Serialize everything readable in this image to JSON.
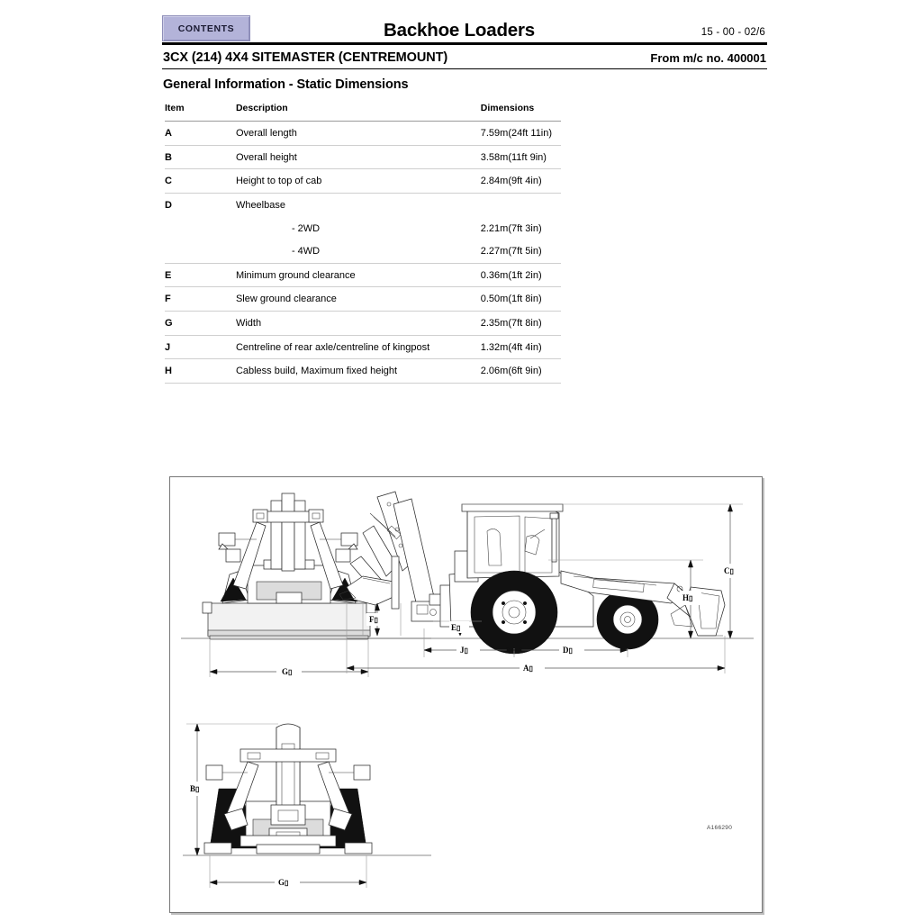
{
  "header": {
    "contents_button": "CONTENTS",
    "title": "Backhoe Loaders",
    "page_ref": "15 - 00 - 02/6",
    "model_line": "3CX (214) 4X4 SITEMASTER (CENTREMOUNT)",
    "machine_no": "From m/c no. 400001",
    "section_title": "General Information - Static Dimensions"
  },
  "table": {
    "columns": [
      "Item",
      "Description",
      "Dimensions"
    ],
    "rows": [
      {
        "item": "A",
        "description": "Overall length",
        "dimension": "7.59m(24ft 11in)",
        "indent": false,
        "rule": true
      },
      {
        "item": "B",
        "description": "Overall height",
        "dimension": "3.58m(11ft 9in)",
        "indent": false,
        "rule": true
      },
      {
        "item": "C",
        "description": "Height to top of cab",
        "dimension": "2.84m(9ft 4in)",
        "indent": false,
        "rule": true
      },
      {
        "item": "D",
        "description": "Wheelbase",
        "dimension": "",
        "indent": false,
        "rule": true
      },
      {
        "item": "",
        "description": "- 2WD",
        "dimension": "2.21m(7ft 3in)",
        "indent": true,
        "rule": false
      },
      {
        "item": "",
        "description": "- 4WD",
        "dimension": "2.27m(7ft 5in)",
        "indent": true,
        "rule": false
      },
      {
        "item": "E",
        "description": "Minimum ground clearance",
        "dimension": "0.36m(1ft 2in)",
        "indent": false,
        "rule": true
      },
      {
        "item": "F",
        "description": "Slew ground clearance",
        "dimension": "0.50m(1ft 8in)",
        "indent": false,
        "rule": true
      },
      {
        "item": "G",
        "description": "Width",
        "dimension": "2.35m(7ft 8in)",
        "indent": false,
        "rule": true
      },
      {
        "item": "J",
        "description": "Centreline of rear axle/centreline of kingpost",
        "dimension": "1.32m(4ft 4in)",
        "indent": false,
        "rule": true
      },
      {
        "item": "H",
        "description": "Cabless build, Maximum fixed height",
        "dimension": "2.06m(6ft 9in)",
        "indent": false,
        "rule": true
      }
    ]
  },
  "drawing": {
    "id": "A166290",
    "labels": {
      "front_width": "G",
      "side_slew_clearance": "F",
      "side_ground_clearance": "E",
      "side_kingpost": "J",
      "side_wheelbase": "D",
      "side_overall_length": "A",
      "side_cab_height": "C",
      "side_cabless_height": "H",
      "rear_overall_height": "B",
      "rear_width": "G"
    },
    "tofu_glyph": "▯"
  },
  "colors": {
    "contents_fill": "#b3b3d9",
    "contents_border": "#8d8db8",
    "rule": "#000000",
    "table_rule": "#cfcfcf",
    "frame_border": "#777777"
  }
}
